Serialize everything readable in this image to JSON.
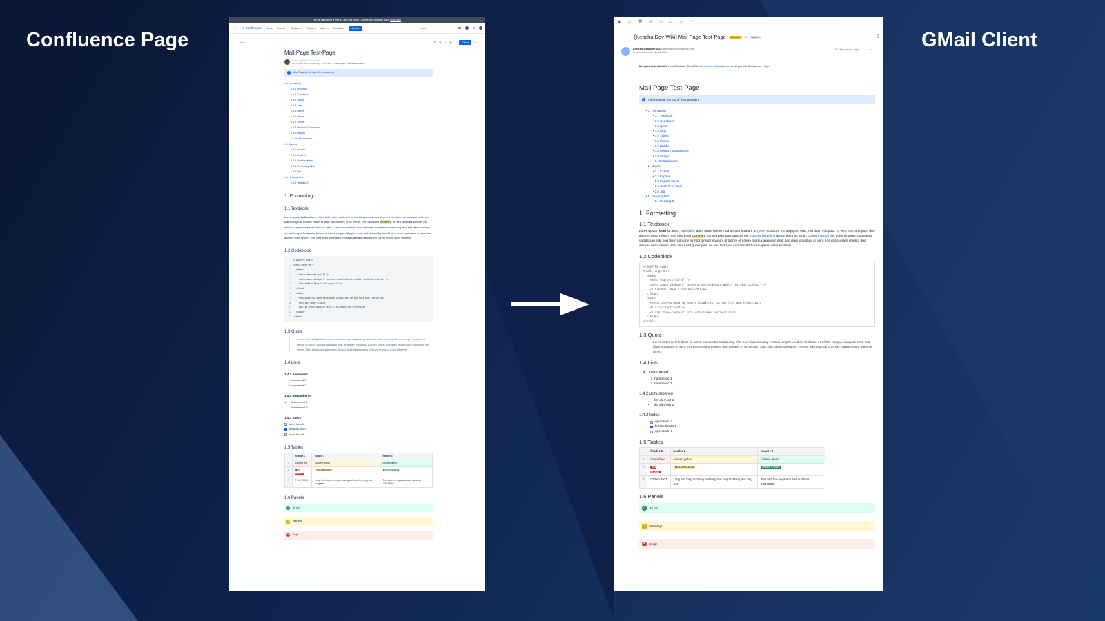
{
  "labels": {
    "left": "Confluence Page",
    "right": "GMail Client"
  },
  "confluence": {
    "banner": "You're eligible for a free 14-day trial of our Confluence Standard plan.",
    "banner_link": "Start now!",
    "logo": "Confluence",
    "nav": [
      "Home",
      "Recent ▾",
      "Spaces ▾",
      "People ▾",
      "Apps ▾",
      "Templates"
    ],
    "create": "Create",
    "search_placeholder": "Search",
    "notif_count": "9+",
    "breadcrumb": "Main",
    "share": "Share",
    "created_by": "Created by Benjamin Kandinibilir",
    "last_updated": "Last updated: just a moment ago · 3 min read ·",
    "send_mail": "✔ Send page by mail (Development)",
    "table_date": "Feb 7, 2023"
  },
  "gmail": {
    "subject": "[Kencha Dev-Wiki] Mail Page Test-Page",
    "external": "External",
    "inbox": "Inbox ×",
    "sender_name": "Kencha Software UG",
    "sender_email": "<bkendinibilir@googlemail.com>",
    "to": "to bkendinibilr, bk, bkendinibilir ▾",
    "time": "20:24 (6 minutes ago)",
    "intro_name": "Benjamin Kandinibilir",
    "intro_a": " from Atlassian Cloud Site ",
    "intro_link": "kencha-dev.atlassian.net",
    "intro_b": " send you this Confluence Page.",
    "table_date": "07 Feb 2023"
  },
  "doc": {
    "title": "Mail Page Test-Page",
    "info": "Info-Panel at the top of the document",
    "toc": [
      {
        "label": "1. Formatting",
        "children": [
          "1.1 Textblock",
          "1.2 Codeblock",
          "1.3 Quote",
          "1.4 Lists",
          "1.5 Tables",
          "1.6 Panels",
          "1.7 Divider",
          "1.8 Mention & Emoticons",
          "1.9 Images",
          "1.10 Attachments"
        ]
      },
      {
        "label": "2. Macros",
        "children": [
          "2.1 Include",
          "2.2 Expand",
          "2.3 Popular labels",
          "2.4 Content by label",
          "2.5 Jira"
        ]
      },
      {
        "label": "5. Heading-Test",
        "children": [
          "5.1 Heading 2"
        ]
      }
    ],
    "h_formatting": "1. Formatting",
    "h_textblock": "1.1 Textblock",
    "textblock": [
      {
        "t": "Lorem ipsum "
      },
      {
        "t": "bold",
        "s": "b"
      },
      {
        "t": " sit amet, "
      },
      {
        "t": "blue italic",
        "s": "blue"
      },
      {
        "t": ", diam "
      },
      {
        "t": "underline",
        "s": "u"
      },
      {
        "t": " eirmod tempor invidunt ut "
      },
      {
        "t": "green",
        "s": "green"
      },
      {
        "t": " et dolore "
      },
      {
        "t": "red",
        "s": "red"
      },
      {
        "t": " aliquyam erat, sed diam voluptua. At vero eos et et justo duo dolores et ea rebum. Stet clita kasd "
      },
      {
        "t": "comment",
        "s": "hl"
      },
      {
        "t": ", no sea takimata sanctus est "
      },
      {
        "t": "external hyperlink",
        "s": "link"
      },
      {
        "t": " ipsum dolor sit amet. Lorem "
      },
      {
        "t": "internal link",
        "s": "link"
      },
      {
        "t": " dolor sit amet, consetetur sadipscing elitr, sed diam nonumy eirmod tempor invidunt ut labore et dolore magna aliquyam erat, sed diam voluptua. At vero eos et accusam et justo duo dolores et ea rebum. Stet clita kasd gubergren, no sea takimata sanctus est Lorem ipsum dolor sit amet."
      }
    ],
    "h_codeblock": "1.2 Codeblock",
    "code": [
      "<!DOCTYPE html>",
      "<html lang=\"en\">",
      "  <head>",
      "    <meta charset=\"utf-8\" />",
      "    <meta name=\"viewport\" content=\"width=device-width, initial-scale=1\" />",
      "    <title>Mail Page Cloud App</title>",
      "  </head>",
      "  <body>",
      "    <noscript>You need to enable JavaScript to run this app.</noscript>",
      "    <div id=\"root\"></div>",
      "    <script type=\"module\" src=\"/src/index.tsx\"></script>",
      "  </body>",
      "</html>"
    ],
    "h_quote": "1.3 Quote",
    "quote": "Lorem internal link dolor sit amet, consetetur sadipscing elitr, sed diam nonumy eirmod tempor invidunt ut labore et dolore magna aliquyam erat, sed diam voluptua. At vero eos et accusam et justo duo dolores et ea rebum. Stet clita kasd gubergren, no sea takimata sanctus est Lorem ipsum dolor sit amet.",
    "h_lists": "1.4 Lists",
    "h_numbered": "1.4.1 numbered",
    "numbered": [
      "numbered 1",
      "numbered 2"
    ],
    "h_unnumbered": "1.4.2 unnumbered",
    "unnumbered": [
      "list element 1",
      "list element 2"
    ],
    "h_todos": "1.4.3 todos",
    "todos": [
      {
        "label": "open todo 1",
        "done": false
      },
      {
        "label": "finished todo 2",
        "done": true
      },
      {
        "label": "open todo 3",
        "done": false
      }
    ],
    "h_tables": "1.5 Tables",
    "table_headers": [
      "header 1",
      "header 2",
      "header 3"
    ],
    "table_rows": [
      {
        "n": "1",
        "cells": [
          "colored red",
          "colored yellow",
          "colored green"
        ]
      },
      {
        "n": "2",
        "badges": [
          "Red status",
          "Yellow status",
          "Green status"
        ]
      },
      {
        "n": "3",
        "cells": [
          "",
          "Long text long text long text long text long text long text long text",
          "Text with line separator and numbers 1,5423842"
        ]
      }
    ],
    "h_panels": "1.6 Panels",
    "panels": [
      {
        "kind": "ok",
        "text": "All ok!"
      },
      {
        "kind": "warn",
        "text": "Warning!"
      },
      {
        "kind": "err",
        "text": "Stop!"
      }
    ]
  }
}
